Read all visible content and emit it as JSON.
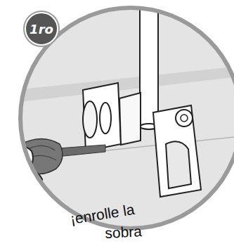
{
  "diagram": {
    "nodes": [
      {
        "text": [
          "1ro"
        ]
      }
    ],
    "labels": [
      "¡enrolle la",
      "sobra"
    ]
  }
}
